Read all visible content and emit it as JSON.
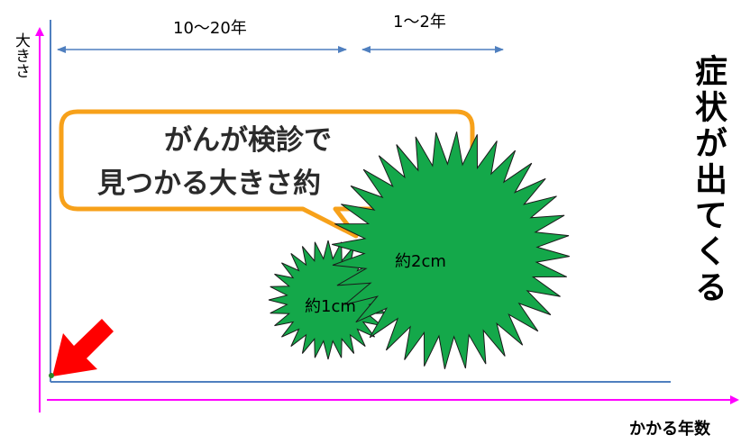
{
  "axes": {
    "y_label": "大きさ",
    "x_label": "かかる年数",
    "axis_color": "#ff00ff"
  },
  "spans": [
    {
      "label": "10〜20年"
    },
    {
      "label": "1〜2年"
    }
  ],
  "callout": {
    "line1": "がんが検診で",
    "line2": "見つかる大きさ約",
    "border_color": "#f7a11a"
  },
  "tumors": {
    "small_label": "約1cm",
    "large_label": "約2cm",
    "fill_color": "#14a84a"
  },
  "symptom_text": "症状が出てくる",
  "arrow_color": "#ff0000",
  "frame_color": "#4f7fbf"
}
